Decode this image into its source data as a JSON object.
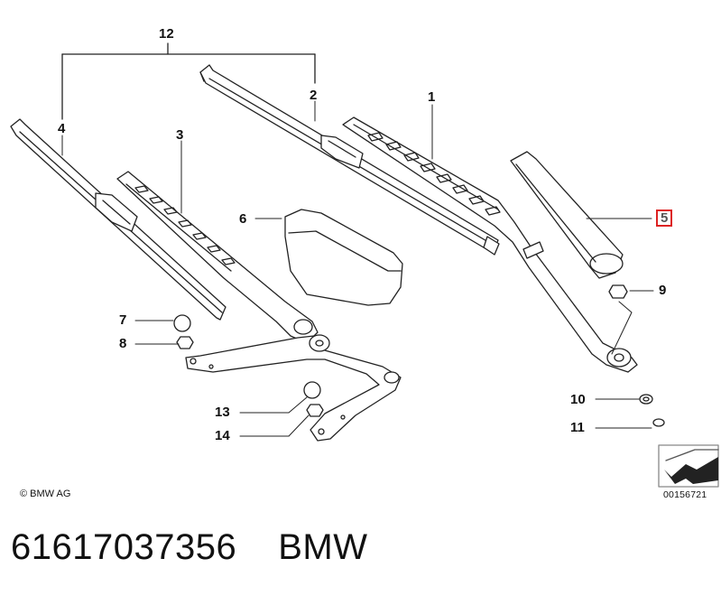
{
  "callouts": {
    "c1": "1",
    "c2": "2",
    "c3": "3",
    "c4": "4",
    "c5": "5",
    "c6": "6",
    "c7": "7",
    "c8": "8",
    "c9": "9",
    "c10": "10",
    "c11": "11",
    "c12": "12",
    "c13": "13",
    "c14": "14"
  },
  "highlight_color": "#dd2222",
  "copyright": "© BMW AG",
  "reference_code": "00156721",
  "footer": {
    "part_number": "61617037356",
    "brand": "BMW"
  }
}
